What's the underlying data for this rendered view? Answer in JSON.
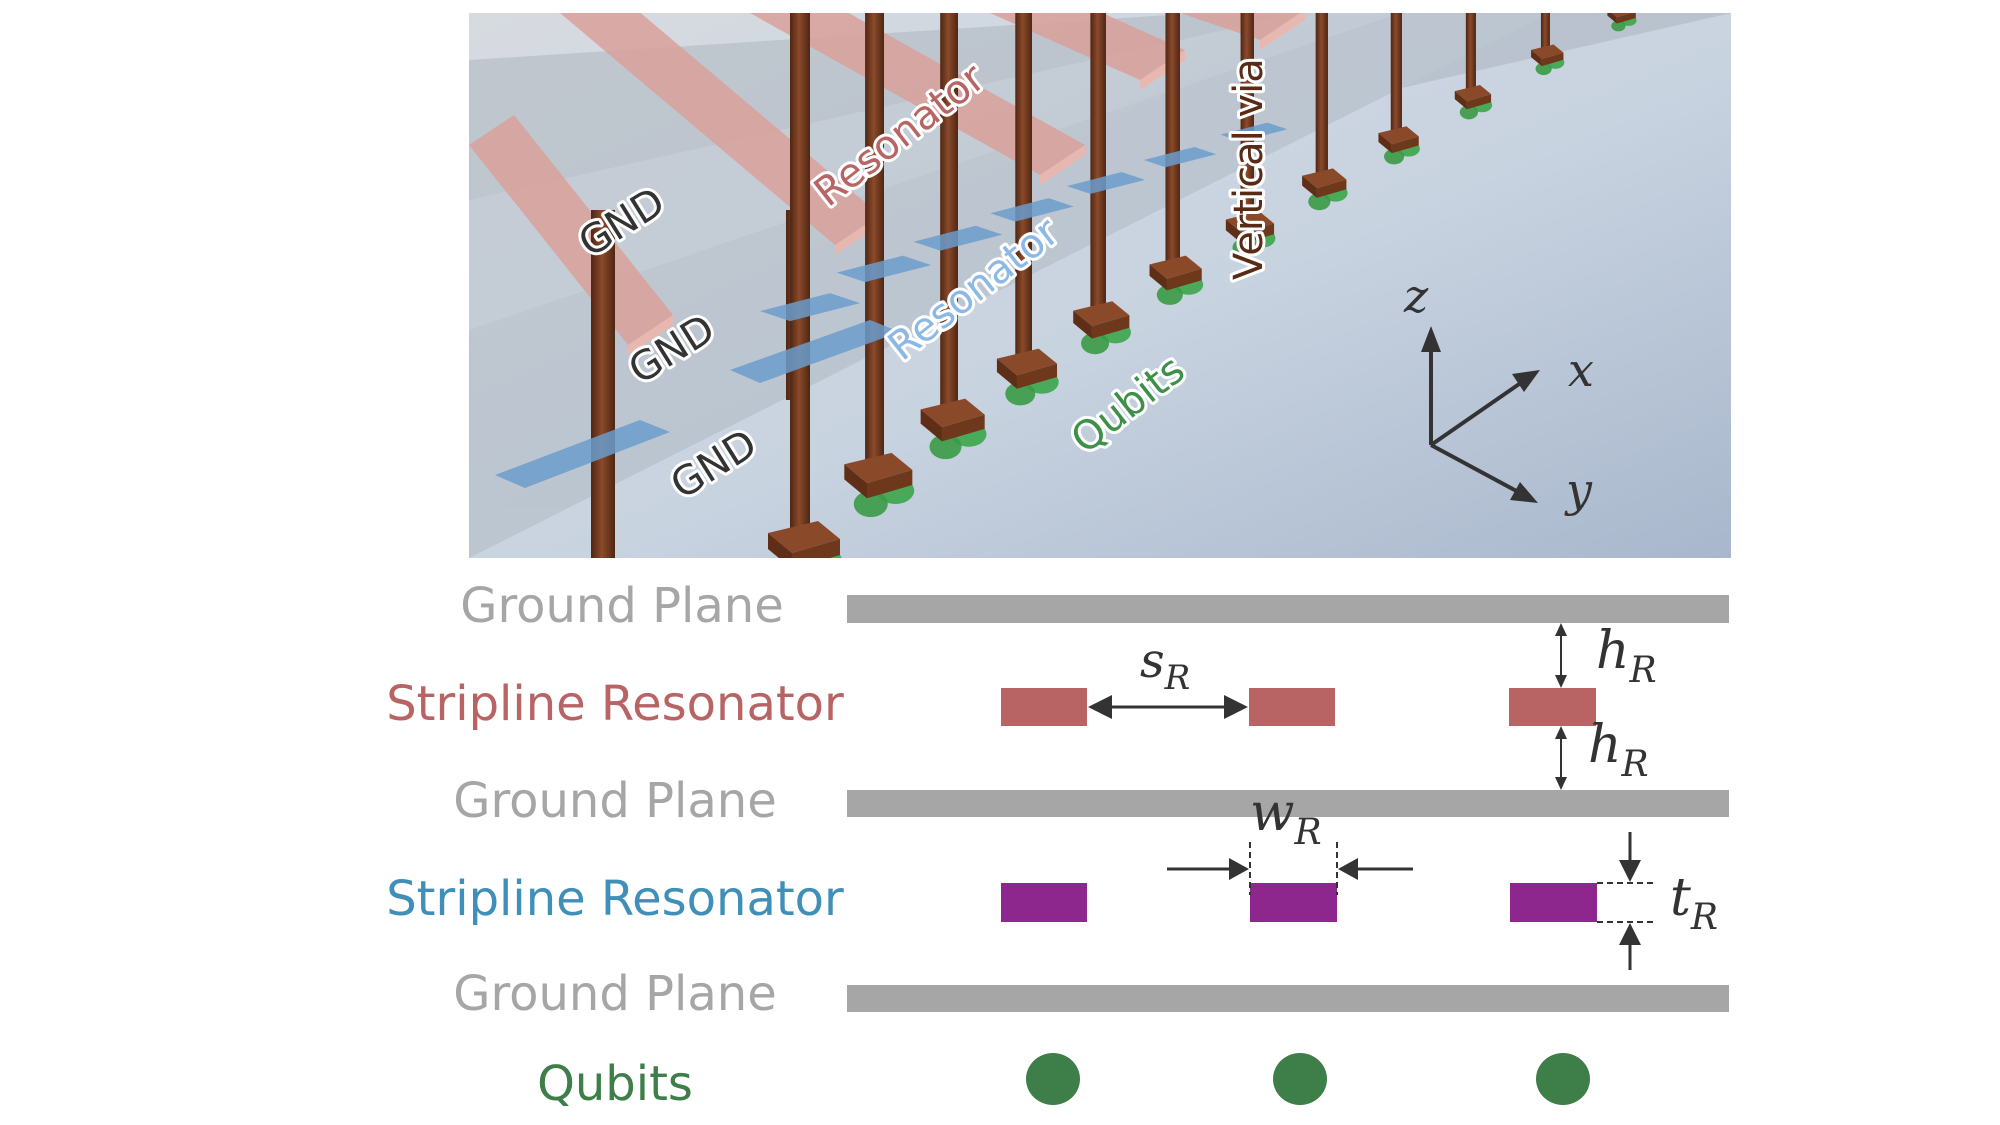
{
  "render": {
    "labels": {
      "gnd": "GND",
      "resonator_top": "Resonator",
      "resonator_bottom": "Resonator",
      "vertical_via": "Vertical via",
      "qubits": "Qubits"
    },
    "axes": {
      "z": "z",
      "x": "x",
      "y": "y"
    }
  },
  "cross_section": {
    "rows": [
      {
        "label": "Ground Plane",
        "kind": "ground"
      },
      {
        "label": "Stripline Resonator",
        "kind": "resonator-red"
      },
      {
        "label": "Ground Plane",
        "kind": "ground"
      },
      {
        "label": "Stripline Resonator",
        "kind": "resonator-blue"
      },
      {
        "label": "Ground Plane",
        "kind": "ground"
      },
      {
        "label": "Qubits",
        "kind": "qubit"
      }
    ],
    "dimensions": {
      "spacing": {
        "symbol": "s",
        "sub": "R"
      },
      "height_top": {
        "symbol": "h",
        "sub": "R"
      },
      "height_bottom": {
        "symbol": "h",
        "sub": "R"
      },
      "width": {
        "symbol": "w",
        "sub": "R"
      },
      "thickness": {
        "symbol": "t",
        "sub": "R"
      }
    }
  },
  "colors": {
    "ground": "#a6a6a6",
    "ground_label": "#a6a6a6",
    "resonator_red": "#b86464",
    "resonator_red_label": "#b86464",
    "resonator_purple": "#8e278d",
    "resonator_blue_label": "#3f8fb8",
    "qubit": "#3e7e48",
    "qubit_label": "#3e7e48",
    "arrow": "#333333",
    "copper": "#7a3f22",
    "strip_pink": "#d9a09a",
    "gnd_text": "#333333",
    "via_text": "#5a2a14",
    "qubit_render": "#3ba54a",
    "blue_plate": "#6b9ccc"
  }
}
